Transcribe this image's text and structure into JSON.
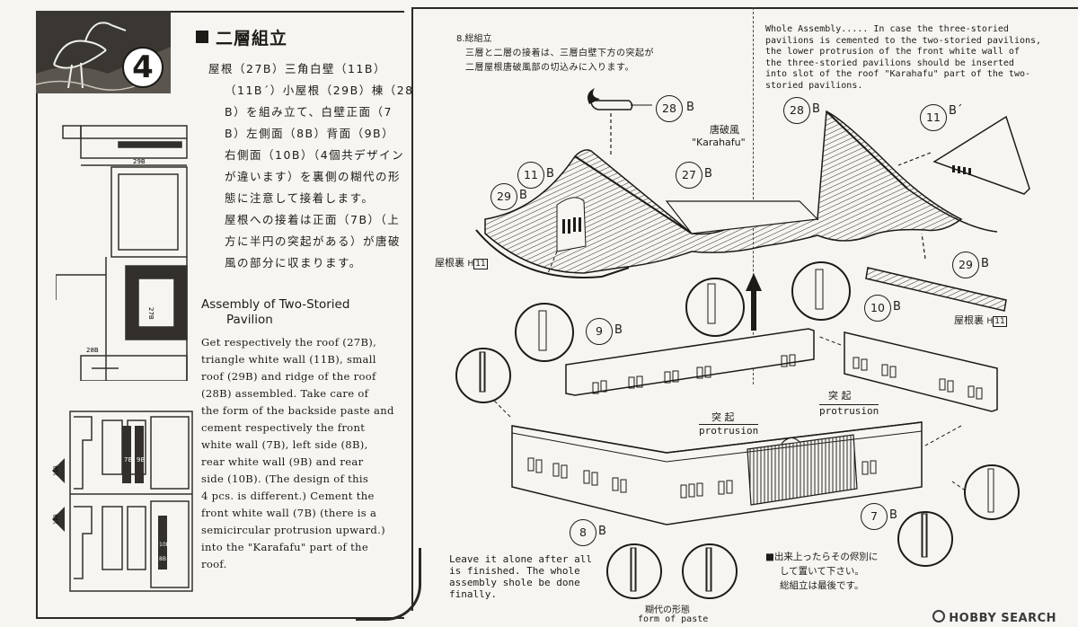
{
  "step": {
    "number": "4",
    "heading": "二層組立"
  },
  "jp_instructions": [
    "屋根（27B）三角白壁（11B）",
    "（11B´）小屋根（29B）棟（28",
    "B）を組み立て、白壁正面（7",
    "B）左側面（8B）背面（9B）",
    "右側面（10B）（4個共デザイン",
    "が違います）を裏側の糊代の形",
    "態に注意して接着します。",
    "屋根への接着は正面（7B）（上",
    "方に半円の突起がある）が唐破",
    "風の部分に収まります。"
  ],
  "en_title": [
    "Assembly of Two-Storied",
    "Pavilion"
  ],
  "en_instructions": [
    "Get respectively the roof (27B),",
    "triangle white wall (11B), small",
    "roof (29B) and ridge of the roof",
    "(28B) assembled.  Take care of",
    "the form of the backside paste and",
    "cement respectively the front",
    "white wall (7B), left side (8B),",
    "rear white wall (9B) and rear",
    "side (10B). (The design of this",
    "4 pcs. is different.) Cement the",
    "front white wall (7B) (there is a",
    "semicircular protrusion upward.)",
    "into the \"Karafafu\" part of the",
    "roof."
  ],
  "sprue_labels": {
    "top": "29B",
    "square": "27B",
    "bottom": "28B",
    "tags": [
      "11B",
      "11B"
    ],
    "mid_a": "7B",
    "mid_b": "9B",
    "mid_c": "10B",
    "mid_d": "8B"
  },
  "step8": {
    "label": "8.総組立",
    "jp": [
      "三層と二層の接着は、三層白壁下方の突起が",
      "二層屋根唐破風部の切込みに入ります。"
    ]
  },
  "whole_assembly": [
    "Whole Assembly.....  In case the three-storied",
    "pavilions is cemented to the two-storied pavilions,",
    "the lower protrusion of the front white wall of",
    "the three-storied pavilions should be  inserted",
    "into slot of the roof \"Karahafu\" part of the two-",
    "storied pavilions."
  ],
  "labels": {
    "karahafu_jp": "唐破風",
    "karahafu_en": "\"Karahafu\"",
    "roof_back_left": "屋根裏",
    "roof_back_left_code": "H",
    "roof_back_left_num": "11",
    "roof_back_right": "屋根裏",
    "roof_back_right_code": "H",
    "roof_back_right_num": "11",
    "protrusion_jp_1": "突 起",
    "protrusion_en_1": "protrusion",
    "protrusion_jp_2": "突 起",
    "protrusion_en_2": "protrusion",
    "paste_jp": "糊代の形態",
    "paste_en": "form of paste"
  },
  "callouts": {
    "c28a": "28",
    "c28b": "28",
    "c11": "11",
    "c11p": "11",
    "c27": "27",
    "c29a": "29",
    "c29b": "29",
    "c9": "9",
    "c10": "10",
    "c8": "8",
    "c7": "7",
    "b": "B",
    "bp": "B´"
  },
  "leave_note": [
    "Leave it alone after all",
    "is finished.   The whole",
    "assembly shole be  done",
    "finally."
  ],
  "jp_note": [
    "■出来上ったらその侭別に",
    "して置いて下さい。",
    "総組立は最後です。"
  ],
  "watermark": "HOBBY SEARCH"
}
